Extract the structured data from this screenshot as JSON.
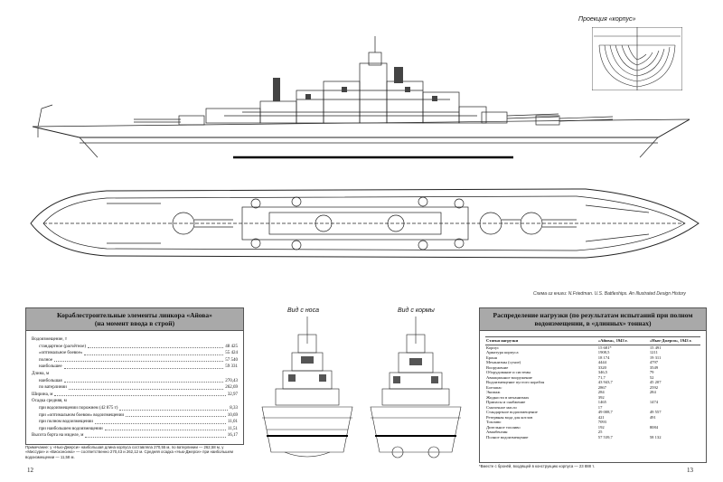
{
  "top_caption": "Проекция «корпус»",
  "source_credit": "Схема из книги: N.Friedman. U.S. Battleships. An Illustrated Design History",
  "view_bow": "Вид с носа",
  "view_stern": "Вид с кормы",
  "spec_panel": {
    "title": "Кораблестроительные элементы линкора «Айова»",
    "subtitle": "(на момент ввода в строй)",
    "rows": [
      {
        "label": "Водоизмещение, т",
        "value": ""
      },
      {
        "label": "стандартное (расчётное)",
        "value": "48 425"
      },
      {
        "label": "«оптимальное боевое»",
        "value": "55 424"
      },
      {
        "label": "полное",
        "value": "57 540"
      },
      {
        "label": "наибольшее",
        "value": "59 331"
      },
      {
        "label": "Длина, м",
        "value": ""
      },
      {
        "label": "наибольшая",
        "value": "270,43"
      },
      {
        "label": "по ватерлинии",
        "value": "262,69"
      },
      {
        "label": "Ширина, м",
        "value": "32,97"
      },
      {
        "label": "Осадка средняя, м",
        "value": ""
      },
      {
        "label": "при водоизмещении порожнем (42 875 т)",
        "value": "8,33"
      },
      {
        "label": "при «оптимальном боевом» водоизмещении",
        "value": "10,69"
      },
      {
        "label": "при полном водоизмещении",
        "value": "11,01"
      },
      {
        "label": "при наибольшем водоизмещении",
        "value": "11,51"
      },
      {
        "label": "Высота борта на миделе, м",
        "value": "16,17"
      }
    ],
    "note": "Примечание: у «Нью-Джерси» наибольшая длина корпуса составляла 270,55 м, по ватерлинии — 262,58 м, у «Миссури» и «Висконсина» — соответственно 270,43 и 262,12 м. Средняя осадка «Нью-Джерси» при наибольшем водоизмещении — 11,58 м."
  },
  "load_panel": {
    "title": "Распределение нагрузки (по результатам испытаний при полном водоизмещении, в «длинных» тоннах)",
    "headers": [
      "Статьи нагрузки",
      "«Айова», 1943 г.",
      "«Нью-Джерси», 1943 г."
    ],
    "rows": [
      [
        "Корпус",
        "15 681*",
        "15 491"
      ],
      [
        "Арматура корпуса",
        "1908,5",
        "1211"
      ],
      [
        "Броня",
        "18 174",
        "19 311"
      ],
      [
        "Механизмы (сухие)",
        "4444",
        "4797"
      ],
      [
        "Вооружение",
        "3320",
        "3549"
      ],
      [
        "Оборудование и системы",
        "346,5",
        "79"
      ],
      [
        "Авиационное вооружение",
        "71,7",
        "52"
      ],
      [
        "Водоизмещение пустого корабля",
        "43 943,7",
        "45 207"
      ],
      [
        "Боезапас",
        "2867",
        "2592"
      ],
      [
        "Экипаж",
        "284",
        "284"
      ],
      [
        "Жидкости в механизмах",
        "392",
        ""
      ],
      [
        "Припасы и снабжение",
        "1465",
        "1474"
      ],
      [
        "Смазочное масло",
        "17",
        ""
      ],
      [
        "Стандартное водоизмещение",
        "49 008,7",
        "49 557"
      ],
      [
        "Резервная вода для котлов",
        "421",
        "491"
      ],
      [
        "Топливо",
        "7093",
        ""
      ],
      [
        "Дизельное топливо",
        "192",
        "8084"
      ],
      [
        "Авиабензин",
        "25",
        ""
      ],
      [
        "Полное водоизмещение",
        "57 539,7",
        "58 132"
      ]
    ],
    "footnote": "*Вместе с бронёй, входящей в конструкцию корпуса — 23 888 т."
  },
  "page_left": "12",
  "page_right": "13"
}
